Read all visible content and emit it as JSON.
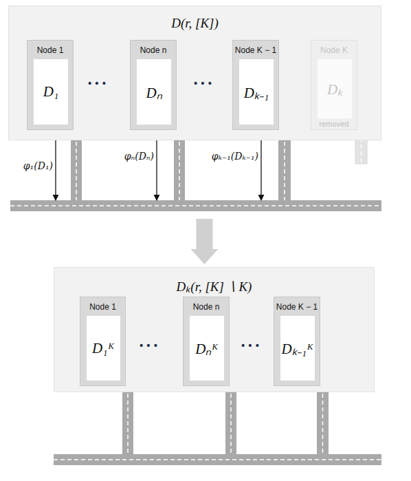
{
  "diagram": {
    "nodes": [
      {
        "text": [
          "D(r, [K])"
        ]
      },
      {
        "text": [
          "Node 1"
        ],
        "in": 0
      },
      {
        "text": [
          "D₁"
        ],
        "in": 1
      },
      {
        "text": [
          "Node n"
        ],
        "in": 0
      },
      {
        "text": [
          "Dₙ"
        ],
        "in": 3
      },
      {
        "text": [
          "Node K − 1"
        ],
        "in": 0
      },
      {
        "text": [
          "Dₖ₋₁"
        ],
        "in": 5
      },
      {
        "text": [
          "Node K",
          "removed"
        ],
        "in": 0
      },
      {
        "text": [
          "Dₖ"
        ],
        "in": 7
      },
      {
        "text": [
          "Dₖ(r, [K] ∖ K)"
        ]
      },
      {
        "text": [
          "Node 1"
        ],
        "in": 9
      },
      {
        "text": [
          "D₁ᴷ"
        ],
        "in": 10
      },
      {
        "text": [
          "Node n"
        ],
        "in": 9
      },
      {
        "text": [
          "Dₙᴷ"
        ],
        "in": 12
      },
      {
        "text": [
          "Node K − 1"
        ],
        "in": 9
      },
      {
        "text": [
          "Dₖ₋₁ᴷ"
        ],
        "in": 14
      }
    ],
    "edges": [
      {
        "from": 0,
        "to": 9,
        "arrow": "to"
      }
    ],
    "labels": [
      "•••",
      "•••",
      "φ₁(D₁)",
      "φₙ(Dₙ)",
      "φₖ₋₁(Dₖ₋₁)",
      "•••",
      "•••"
    ]
  }
}
